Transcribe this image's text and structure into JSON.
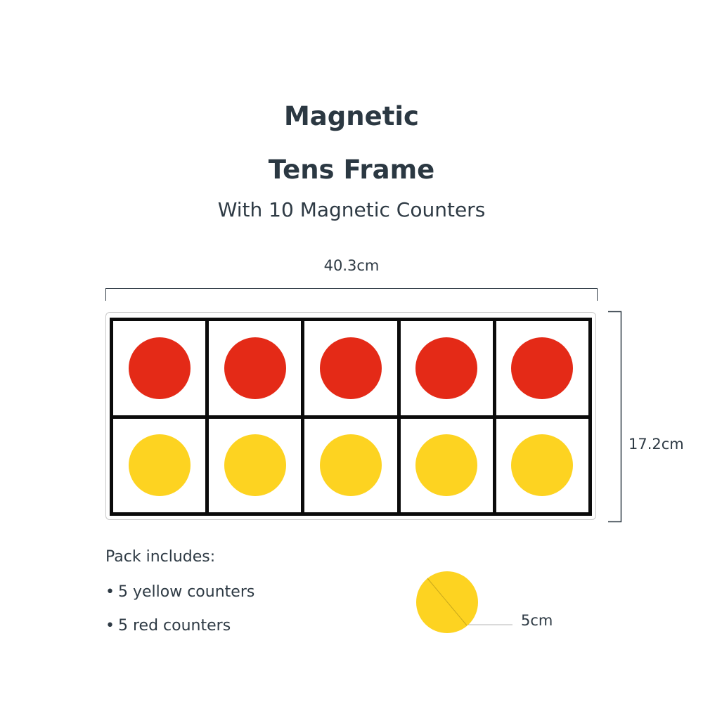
{
  "title": {
    "line1": "Magnetic",
    "line2": "Tens Frame"
  },
  "subtitle": "With 10 Magnetic Counters",
  "dimensions": {
    "width": "40.3cm",
    "height": "17.2cm",
    "counter_diameter": "5cm"
  },
  "frame": {
    "rows": [
      {
        "color": "#e42a17",
        "count": 5
      },
      {
        "color": "#fdd321",
        "count": 5
      }
    ]
  },
  "pack": {
    "title": "Pack includes:",
    "bullet": "•",
    "items": [
      "5 yellow counters",
      "5 red counters"
    ]
  },
  "colors": {
    "red": "#e42a17",
    "yellow": "#fdd321",
    "frame": "#0b0b0b",
    "text": "#2e3a44"
  }
}
